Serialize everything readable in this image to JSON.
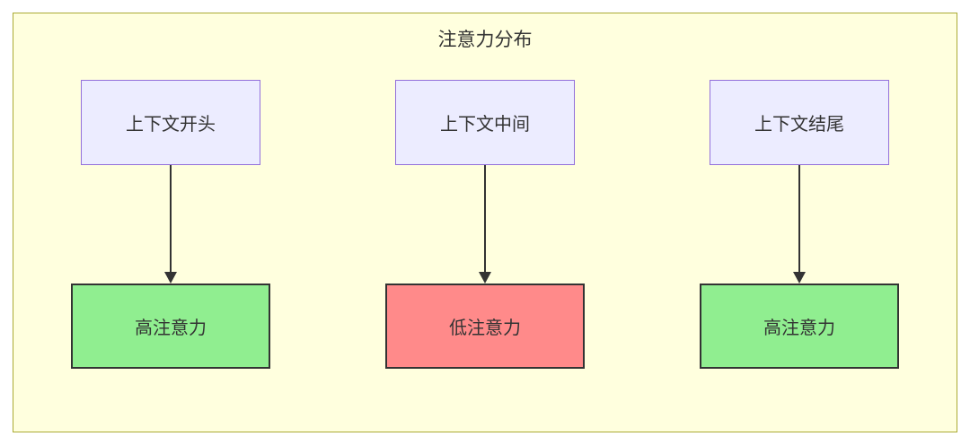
{
  "diagram": {
    "title": "注意力分布",
    "columns": [
      {
        "source": "上下文开头",
        "target": "高注意力",
        "target_state": "high"
      },
      {
        "source": "上下文中间",
        "target": "低注意力",
        "target_state": "low"
      },
      {
        "source": "上下文结尾",
        "target": "高注意力",
        "target_state": "high"
      }
    ],
    "colors": {
      "container_background": "#FFFFDE",
      "container_border": "#AAAA33",
      "source_box_background": "#ECECFF",
      "source_box_border": "#9370DB",
      "high_attention_background": "#90EE90",
      "low_attention_background": "#FF8A8A",
      "node_border": "#333333",
      "arrow": "#333333",
      "text": "#333333"
    }
  }
}
